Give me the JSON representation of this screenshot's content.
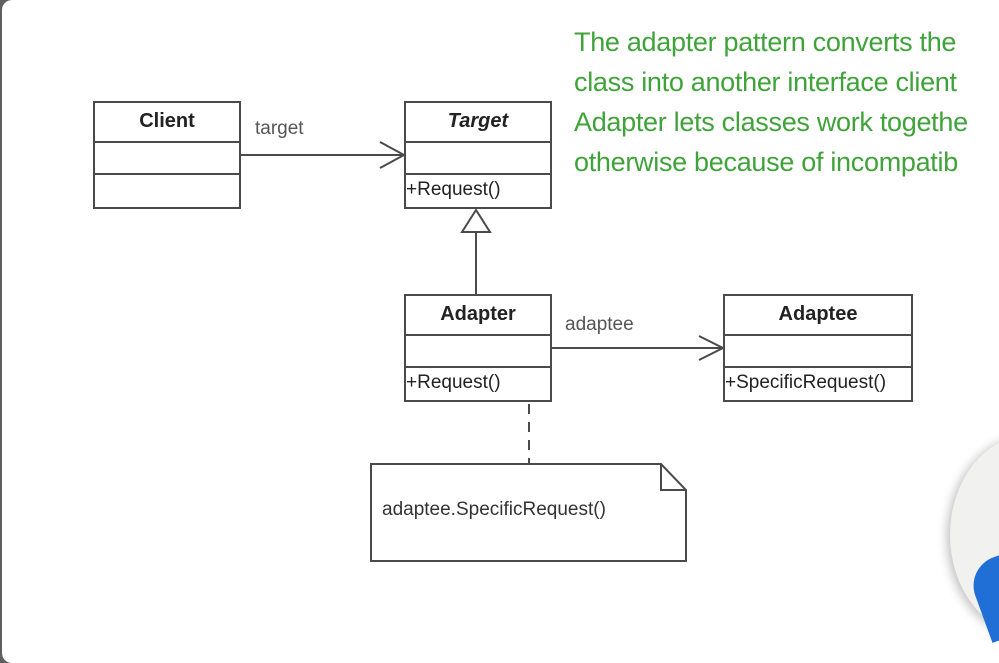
{
  "description": {
    "lines": [
      "The adapter pattern converts the",
      "class into another interface client",
      "Adapter lets classes work togethe",
      "otherwise because of incompatib"
    ]
  },
  "diagram": {
    "client": {
      "name": "Client"
    },
    "target": {
      "name": "Target",
      "operation": "+Request()"
    },
    "adapter": {
      "name": "Adapter",
      "operation": "+Request()"
    },
    "adaptee": {
      "name": "Adaptee",
      "operation": "+SpecificRequest()"
    },
    "labels": {
      "target": "target",
      "adaptee": "adaptee"
    },
    "note": "adaptee.SpecificRequest()"
  },
  "colors": {
    "description_text": "#3fa33a",
    "line": "#4a4a4a"
  }
}
